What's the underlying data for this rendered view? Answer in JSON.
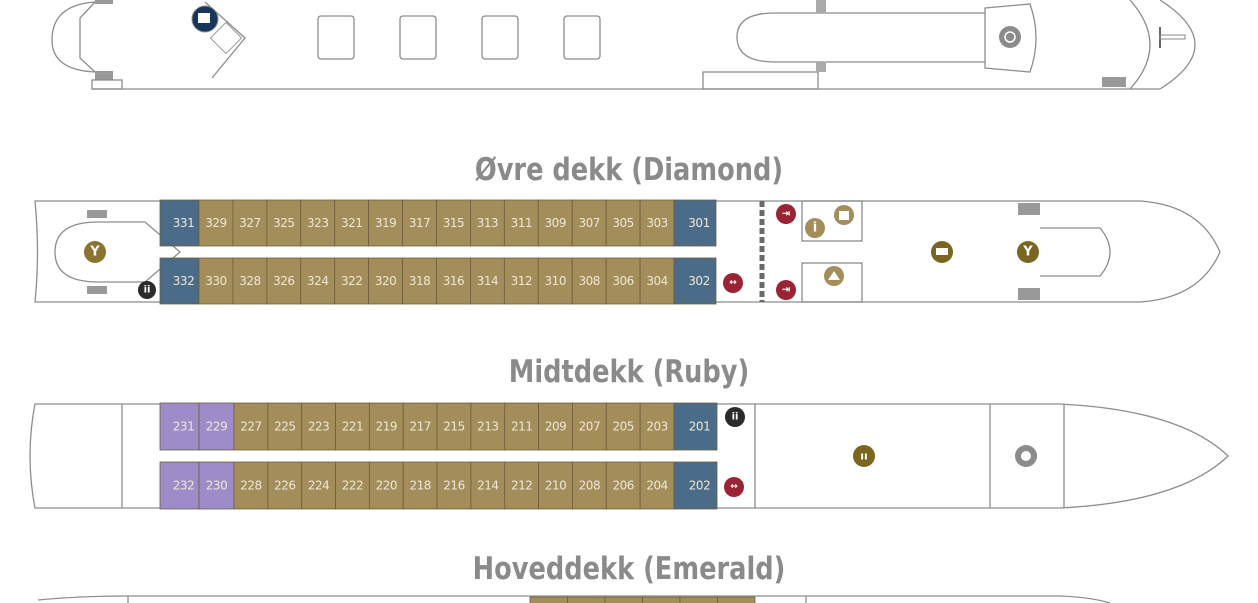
{
  "colors": {
    "standard": "#a38d5a",
    "suite": "#4b6c88",
    "purple": "#9d8cc8",
    "red": "#9a2434",
    "gold_icon": "#8c7430",
    "navy": "#17375a",
    "grey_icon": "#8b8b8b"
  },
  "decks": [
    {
      "title": "Øvre dekk (Diamond)",
      "top_row": [
        {
          "no": "331",
          "cat": "suite"
        },
        {
          "no": "329",
          "cat": "standard"
        },
        {
          "no": "327",
          "cat": "standard"
        },
        {
          "no": "325",
          "cat": "standard"
        },
        {
          "no": "323",
          "cat": "standard"
        },
        {
          "no": "321",
          "cat": "standard"
        },
        {
          "no": "319",
          "cat": "standard"
        },
        {
          "no": "317",
          "cat": "standard"
        },
        {
          "no": "315",
          "cat": "standard"
        },
        {
          "no": "313",
          "cat": "standard"
        },
        {
          "no": "311",
          "cat": "standard"
        },
        {
          "no": "309",
          "cat": "standard"
        },
        {
          "no": "307",
          "cat": "standard"
        },
        {
          "no": "305",
          "cat": "standard"
        },
        {
          "no": "303",
          "cat": "standard"
        },
        {
          "no": "301",
          "cat": "suite"
        }
      ],
      "bottom_row": [
        {
          "no": "332",
          "cat": "suite"
        },
        {
          "no": "330",
          "cat": "standard"
        },
        {
          "no": "328",
          "cat": "standard"
        },
        {
          "no": "326",
          "cat": "standard"
        },
        {
          "no": "324",
          "cat": "standard"
        },
        {
          "no": "322",
          "cat": "standard"
        },
        {
          "no": "320",
          "cat": "standard"
        },
        {
          "no": "318",
          "cat": "standard"
        },
        {
          "no": "316",
          "cat": "standard"
        },
        {
          "no": "314",
          "cat": "standard"
        },
        {
          "no": "312",
          "cat": "standard"
        },
        {
          "no": "310",
          "cat": "standard"
        },
        {
          "no": "308",
          "cat": "standard"
        },
        {
          "no": "306",
          "cat": "standard"
        },
        {
          "no": "304",
          "cat": "standard"
        },
        {
          "no": "302",
          "cat": "suite"
        }
      ]
    },
    {
      "title": "Midtdekk (Ruby)",
      "top_row": [
        {
          "no": "231",
          "cat": "purple"
        },
        {
          "no": "229",
          "cat": "purple"
        },
        {
          "no": "227",
          "cat": "standard"
        },
        {
          "no": "225",
          "cat": "standard"
        },
        {
          "no": "223",
          "cat": "standard"
        },
        {
          "no": "221",
          "cat": "standard"
        },
        {
          "no": "219",
          "cat": "standard"
        },
        {
          "no": "217",
          "cat": "standard"
        },
        {
          "no": "215",
          "cat": "standard"
        },
        {
          "no": "213",
          "cat": "standard"
        },
        {
          "no": "211",
          "cat": "standard"
        },
        {
          "no": "209",
          "cat": "standard"
        },
        {
          "no": "207",
          "cat": "standard"
        },
        {
          "no": "205",
          "cat": "standard"
        },
        {
          "no": "203",
          "cat": "standard"
        },
        {
          "no": "201",
          "cat": "suite"
        }
      ],
      "bottom_row": [
        {
          "no": "232",
          "cat": "purple"
        },
        {
          "no": "230",
          "cat": "purple"
        },
        {
          "no": "228",
          "cat": "standard"
        },
        {
          "no": "226",
          "cat": "standard"
        },
        {
          "no": "224",
          "cat": "standard"
        },
        {
          "no": "222",
          "cat": "standard"
        },
        {
          "no": "220",
          "cat": "standard"
        },
        {
          "no": "218",
          "cat": "standard"
        },
        {
          "no": "216",
          "cat": "standard"
        },
        {
          "no": "214",
          "cat": "standard"
        },
        {
          "no": "212",
          "cat": "standard"
        },
        {
          "no": "210",
          "cat": "standard"
        },
        {
          "no": "208",
          "cat": "standard"
        },
        {
          "no": "206",
          "cat": "standard"
        },
        {
          "no": "204",
          "cat": "standard"
        },
        {
          "no": "202",
          "cat": "suite"
        }
      ]
    },
    {
      "title": "Hoveddekk (Emerald)"
    }
  ],
  "icons": {
    "sun_deck": [
      "pool-icon",
      "chair-icon",
      "helm-icon",
      "flagpole-icon"
    ],
    "upper": [
      "bar-icon",
      "restroom-icon",
      "exit-icon",
      "info-icon",
      "shop-icon",
      "elevator-icon",
      "reception-icon",
      "lounge-icon",
      "bar-icon"
    ],
    "middle": [
      "restroom-icon",
      "elevator-icon",
      "restaurant-icon",
      "galley-icon"
    ]
  }
}
